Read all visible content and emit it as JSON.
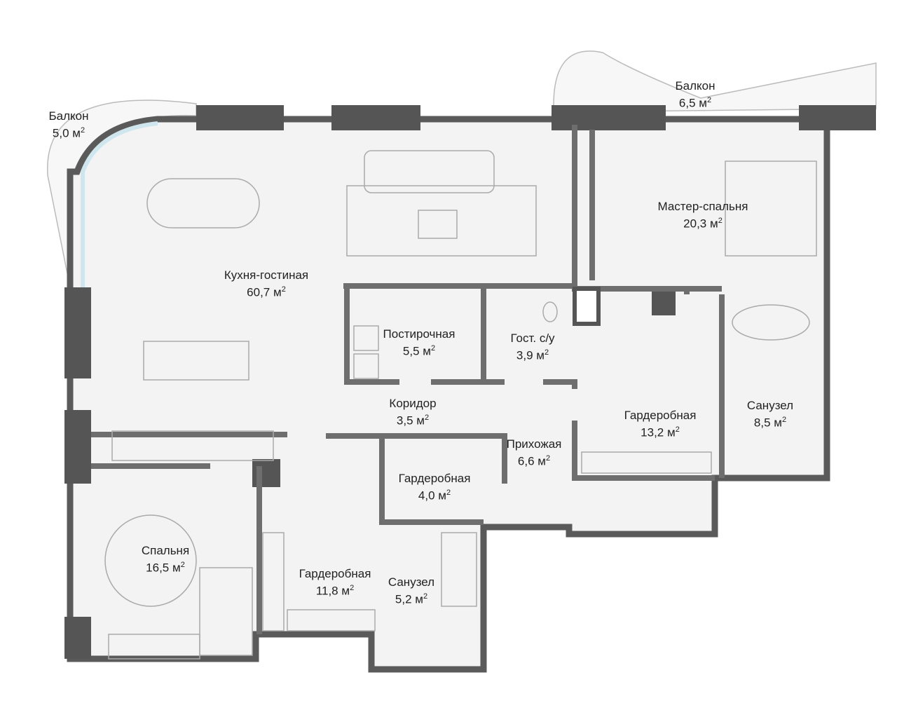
{
  "plan": {
    "unit": "м",
    "rooms": [
      {
        "id": "balcony-left",
        "name": "Балкон",
        "area": "5,0"
      },
      {
        "id": "balcony-right",
        "name": "Балкон",
        "area": "6,5"
      },
      {
        "id": "kitchen-living",
        "name": "Кухня-гостиная",
        "area": "60,7"
      },
      {
        "id": "master-bedroom",
        "name": "Мастер-спальня",
        "area": "20,3"
      },
      {
        "id": "laundry",
        "name": "Постирочная",
        "area": "5,5"
      },
      {
        "id": "guest-wc",
        "name": "Гост. с/у",
        "area": "3,9"
      },
      {
        "id": "corridor",
        "name": "Коридор",
        "area": "3,5"
      },
      {
        "id": "wardrobe-large",
        "name": "Гардеробная",
        "area": "13,2"
      },
      {
        "id": "bathroom-master",
        "name": "Санузел",
        "area": "8,5"
      },
      {
        "id": "hallway",
        "name": "Прихожая",
        "area": "6,6"
      },
      {
        "id": "wardrobe-small",
        "name": "Гардеробная",
        "area": "4,0"
      },
      {
        "id": "bedroom",
        "name": "Спальня",
        "area": "16,5"
      },
      {
        "id": "wardrobe-bedroom",
        "name": "Гардеробная",
        "area": "11,8"
      },
      {
        "id": "bathroom-small",
        "name": "Санузел",
        "area": "5,2"
      }
    ]
  }
}
